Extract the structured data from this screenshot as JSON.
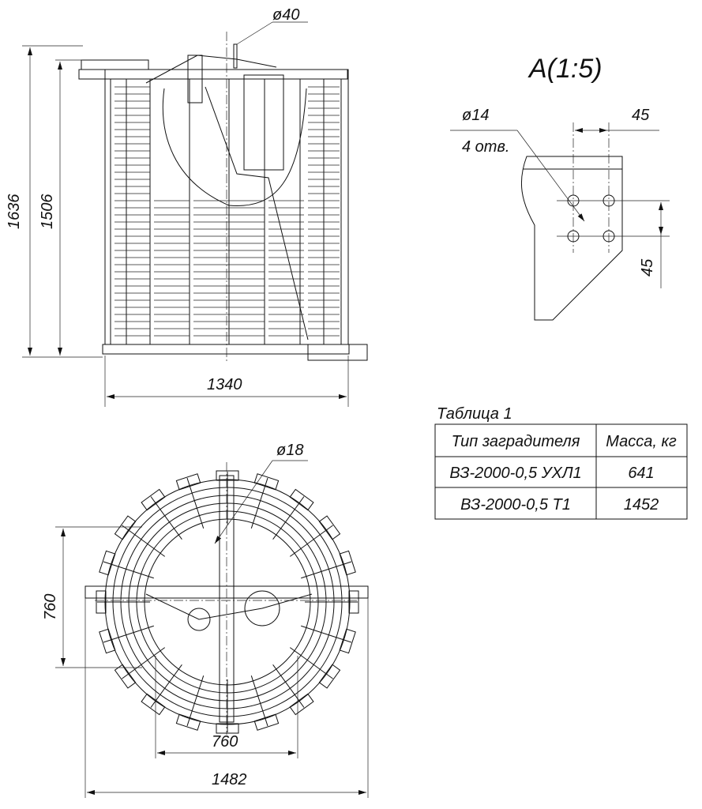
{
  "front_view": {
    "dim_pipe": "ø40",
    "dim_total_height": "1636",
    "dim_body_height": "1506",
    "dim_width": "1340"
  },
  "detail_view": {
    "title": "А(1:5)",
    "hole_diameter": "ø14",
    "hole_count": "4 отв.",
    "dim_horizontal": "45",
    "dim_vertical": "45"
  },
  "top_view": {
    "dim_hole": "ø18",
    "dim_height": "760",
    "dim_inner": "760",
    "dim_overall": "1482"
  },
  "table": {
    "caption": "Таблица 1",
    "headers": [
      "Тип заградителя",
      "Масса, кг"
    ],
    "rows": [
      [
        "ВЗ-2000-0,5 УХЛ1",
        "641"
      ],
      [
        "ВЗ-2000-0,5 Т1",
        "1452"
      ]
    ]
  }
}
